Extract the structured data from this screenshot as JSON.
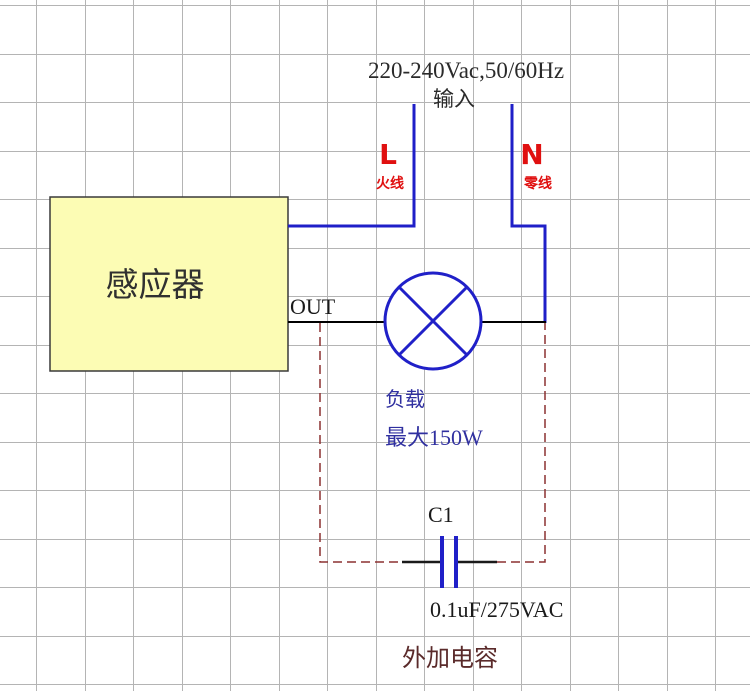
{
  "supply": {
    "voltage": "220-240Vac,50/60Hz",
    "input_label": "输入",
    "live_letter": "L",
    "live_label": "火线",
    "neutral_letter": "N",
    "neutral_label": "零线"
  },
  "sensor": {
    "label": "感应器",
    "output_label": "OUT"
  },
  "load": {
    "label": "负载",
    "rating": "最大150W"
  },
  "capacitor": {
    "designator": "C1",
    "value": "0.1uF/275VAC",
    "note": "外加电容"
  },
  "colors": {
    "grid": "#b4b4b4",
    "live_neutral_wire": "#1f1fc8",
    "lamp": "#2020c8",
    "output_wire": "#000000",
    "capacitor_link": "#8b3030",
    "sensor_fill": "#fcfcb4",
    "label_red": "#e01010",
    "text": "#202020",
    "text_blue": "#3030a0",
    "text_brown": "#5a2a2a"
  }
}
